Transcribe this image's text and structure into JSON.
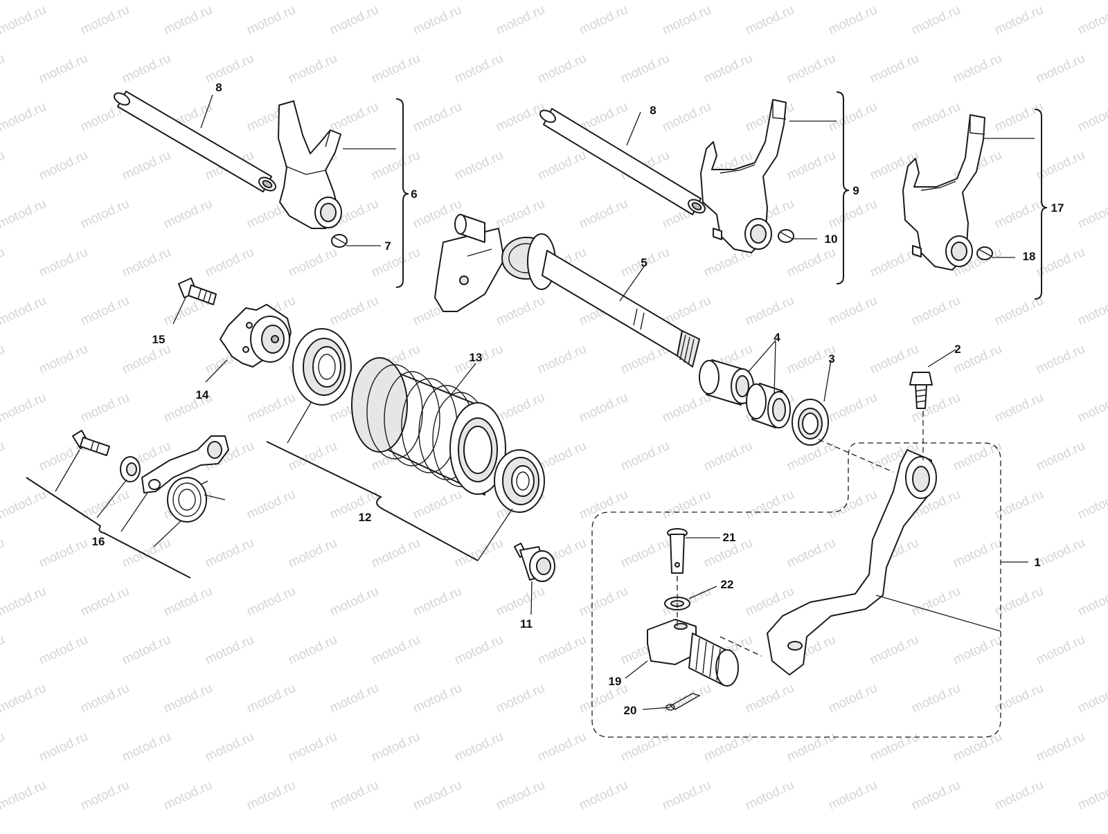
{
  "watermark": {
    "text": "motod.ru",
    "color": "#d4d4d4"
  },
  "callouts": [
    {
      "id": "c8a",
      "label": "8"
    },
    {
      "id": "c8b",
      "label": "8"
    },
    {
      "id": "c6",
      "label": "6"
    },
    {
      "id": "c7",
      "label": "7"
    },
    {
      "id": "c9",
      "label": "9"
    },
    {
      "id": "c10",
      "label": "10"
    },
    {
      "id": "c17",
      "label": "17"
    },
    {
      "id": "c18",
      "label": "18"
    },
    {
      "id": "c5",
      "label": "5"
    },
    {
      "id": "c15",
      "label": "15"
    },
    {
      "id": "c14",
      "label": "14"
    },
    {
      "id": "c13",
      "label": "13"
    },
    {
      "id": "c4",
      "label": "4"
    },
    {
      "id": "c3",
      "label": "3"
    },
    {
      "id": "c2",
      "label": "2"
    },
    {
      "id": "c12",
      "label": "12"
    },
    {
      "id": "c16",
      "label": "16"
    },
    {
      "id": "c11",
      "label": "11"
    },
    {
      "id": "c21",
      "label": "21"
    },
    {
      "id": "c22",
      "label": "22"
    },
    {
      "id": "c1",
      "label": "1"
    },
    {
      "id": "c19",
      "label": "19"
    },
    {
      "id": "c20",
      "label": "20"
    }
  ]
}
